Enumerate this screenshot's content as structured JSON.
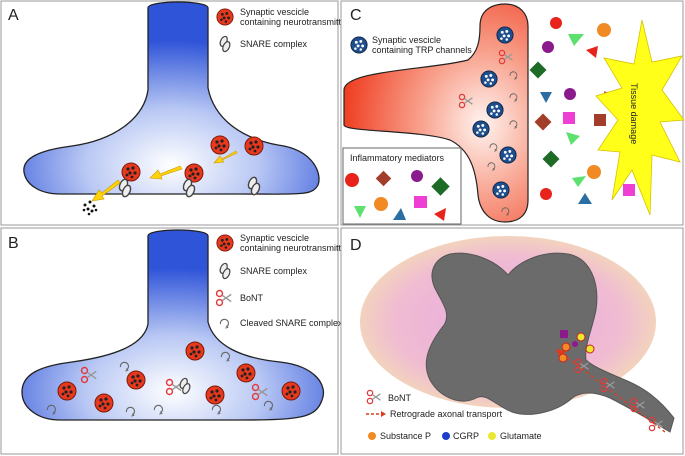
{
  "panels": {
    "a": {
      "letter": "A",
      "legend": {
        "vesicle_line1": "Synaptic vescicle",
        "vesicle_line2": "containing neurotransmitter",
        "snare": "SNARE complex"
      }
    },
    "b": {
      "letter": "B",
      "legend": {
        "vesicle_line1": "Synaptic vescicle",
        "vesicle_line2": "containing neurotransmitter",
        "snare": "SNARE complex",
        "bont": "BoNT",
        "cleaved": "Cleaved SNARE complex"
      }
    },
    "c": {
      "letter": "C",
      "legend": {
        "vesicle_line1": "Synaptic vescicle",
        "vesicle_line2": "containing TRP channels"
      },
      "mediators_title": "Inflammatory mediators",
      "damage_label": "Tissue damage"
    },
    "d": {
      "letter": "D",
      "legend": {
        "bont": "BoNT",
        "transport": "Retrograde axonal transport",
        "substance_p": "Substance P",
        "cgrp": "CGRP",
        "glutamate": "Glutamate"
      }
    }
  },
  "colors": {
    "vesicle_red": "#e8381e",
    "vesicle_blue": "#1f4e8c",
    "neuron_blue": "#3a5fd9",
    "inflamed_red": "#f04a30",
    "cord_gray": "#6f6f6f",
    "tissue_pink": "#efb8d8",
    "damage_yellow": "#ffff1a",
    "arrow_yellow": "#ffd20a",
    "substance_p": "#f08a24",
    "cgrp": "#1d3fc7",
    "glutamate": "#e8e830"
  }
}
